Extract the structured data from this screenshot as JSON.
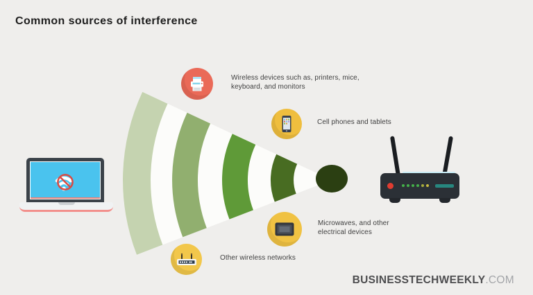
{
  "page": {
    "title": "Common sources of interference",
    "background_color": "#efeeec"
  },
  "signal": {
    "wedge_color": "#fcfcfa",
    "arc_colors": [
      "#c5d3b0",
      "#91af6f",
      "#5f9a38",
      "#486c22"
    ],
    "dot_color": "#2b3f12"
  },
  "callouts": [
    {
      "id": "wireless-devices",
      "icon": "printer-icon",
      "circle_color": "#ea6a58",
      "label": "Wireless devices such as, printers, mice,\nkeyboard, and monitors"
    },
    {
      "id": "cell-phones",
      "icon": "smartphone-icon",
      "circle_color": "#efbe3e",
      "label": "Cell phones and tablets"
    },
    {
      "id": "microwaves",
      "icon": "microwave-icon",
      "circle_color": "#f0c243",
      "label": "Microwaves, and other\nelectrical devices"
    },
    {
      "id": "other-networks",
      "icon": "wifi-router-icon",
      "circle_color": "#f2c74b",
      "label": "Other wireless networks"
    }
  ],
  "devices": {
    "laptop": {
      "screen_color": "#4ac3ee",
      "bezel_color": "#3b4249",
      "no_signal_color": "#d94b43"
    },
    "router": {
      "body_color": "#2b3036",
      "power_led_color": "#e03c31",
      "signal_bar_color": "#27877f",
      "led_colors": [
        "#44b04a",
        "#44b04a",
        "#44b04a",
        "#44b04a",
        "#a8ad3c",
        "#c9bc41"
      ]
    }
  },
  "branding": {
    "name": "BUSINESSTECHWEEKLY",
    "tld": ".COM"
  }
}
